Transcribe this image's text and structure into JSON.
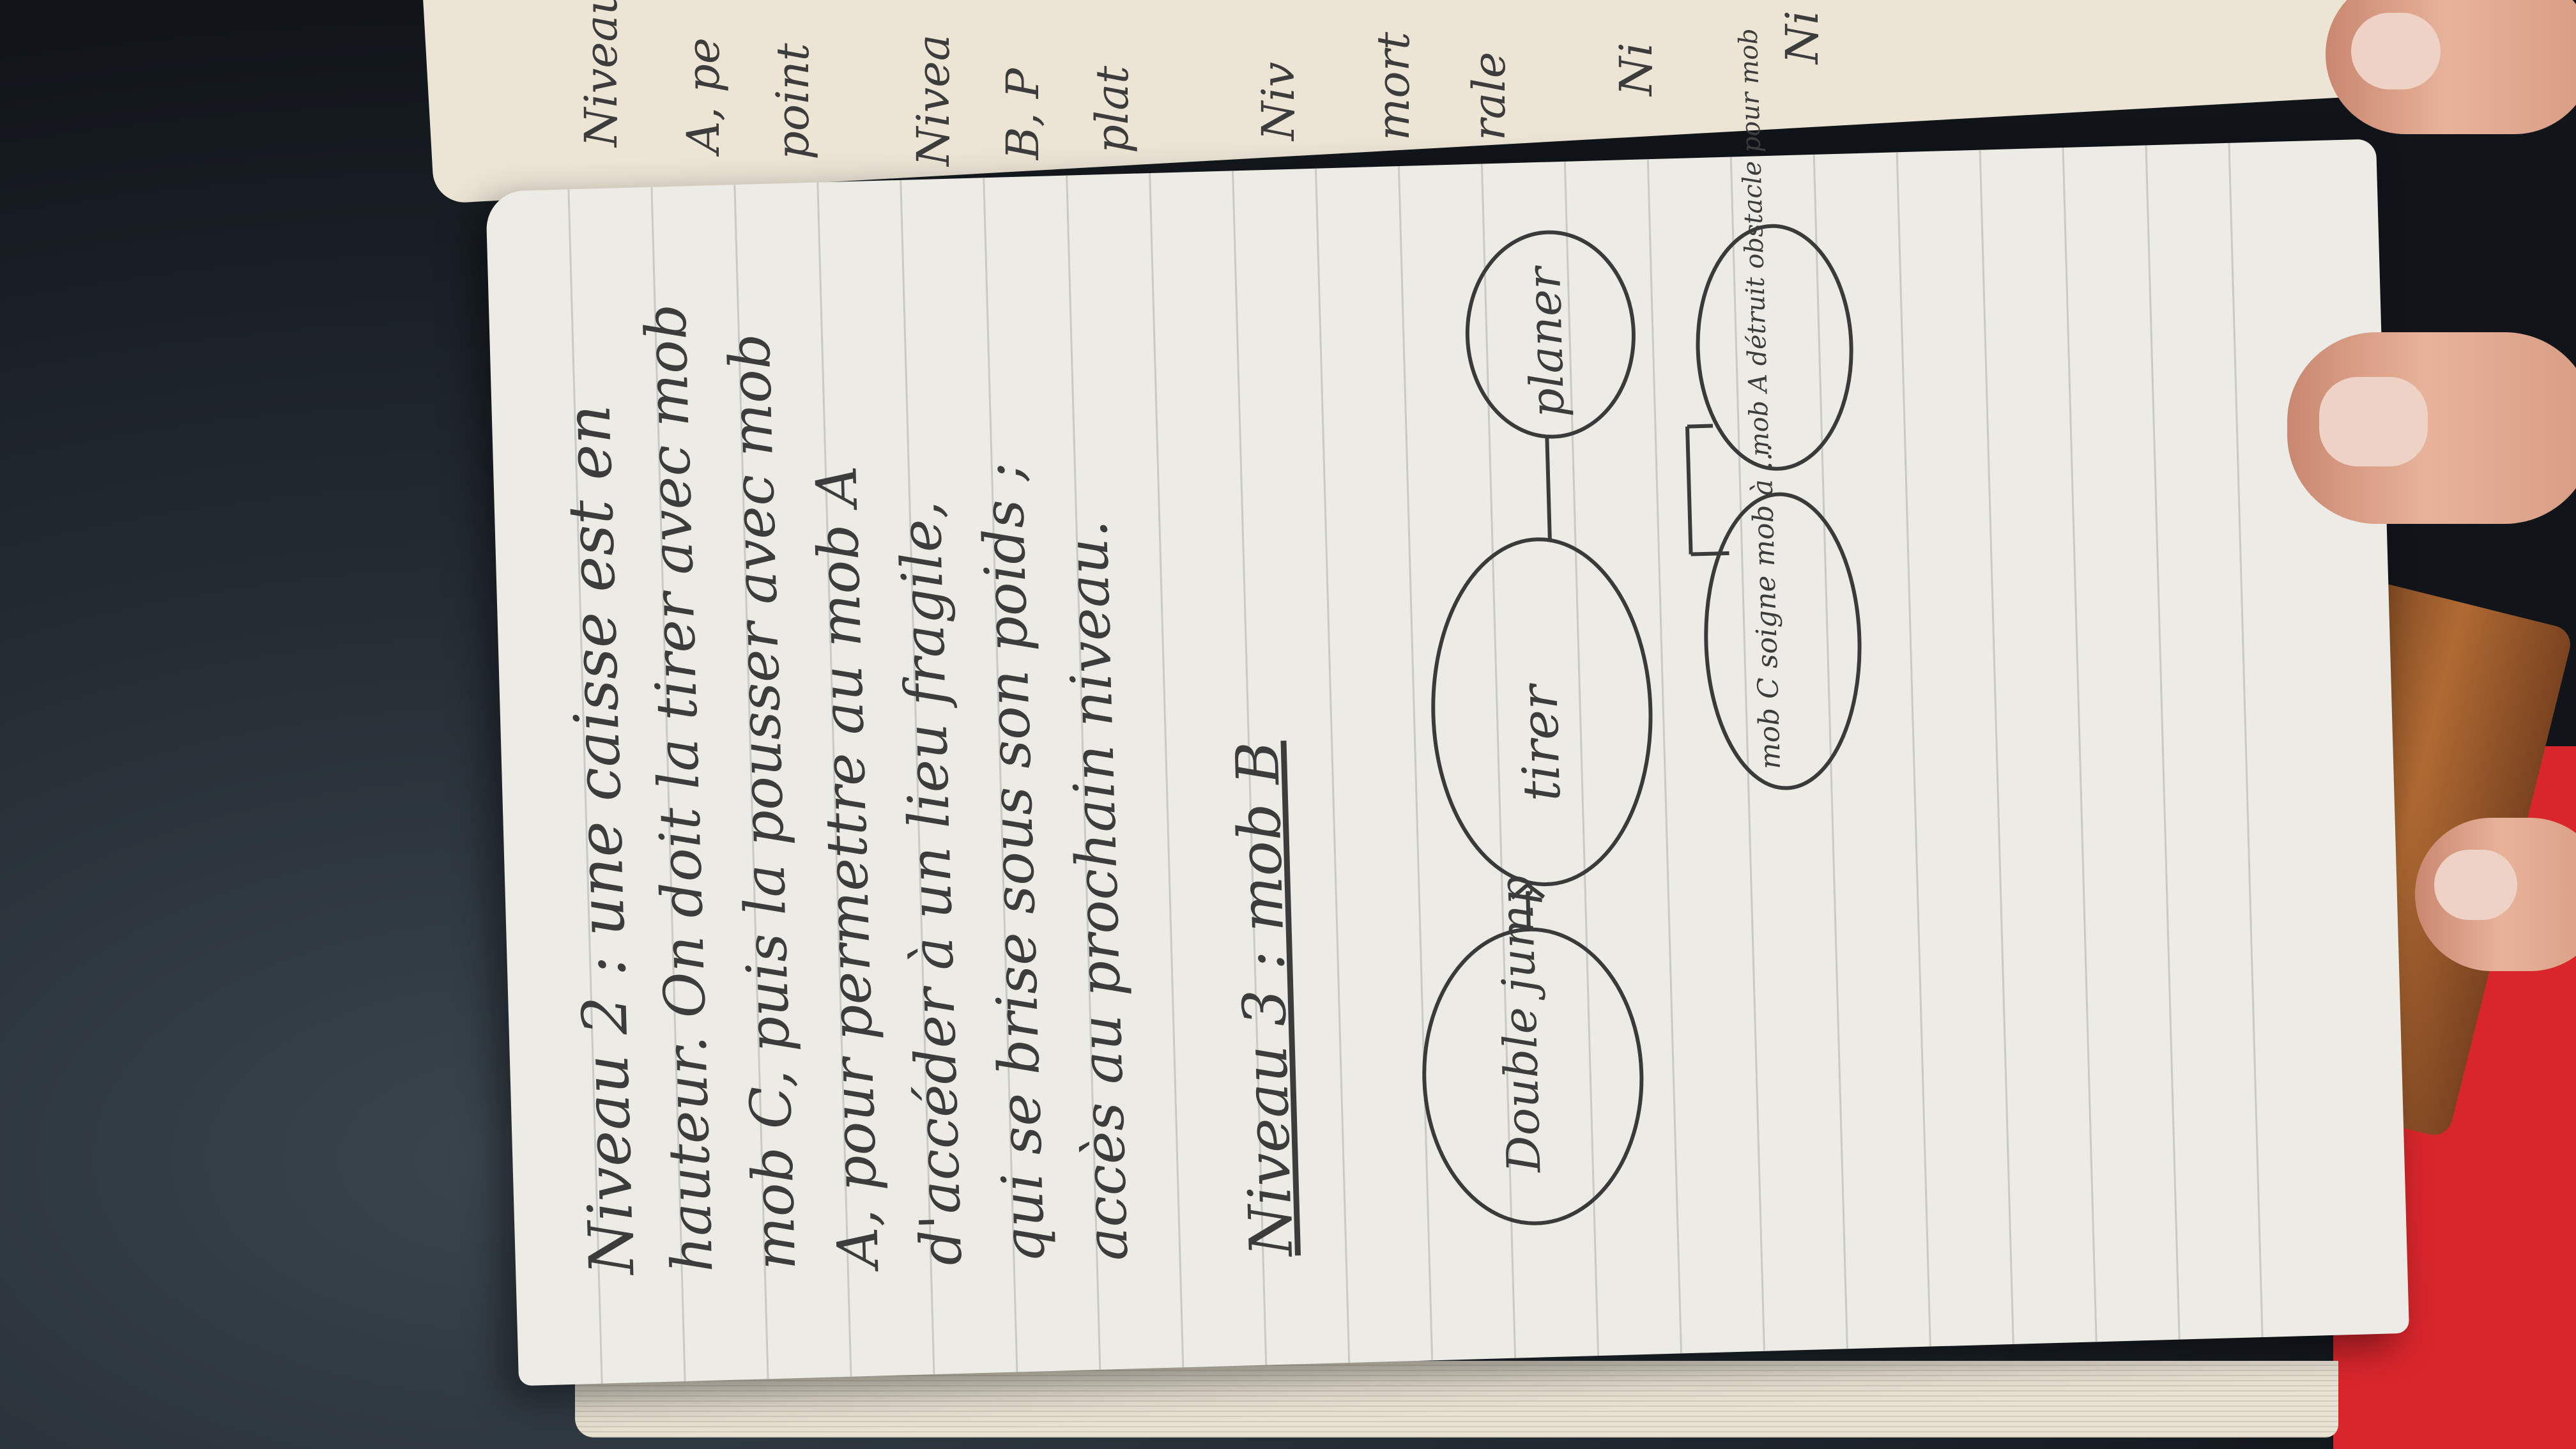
{
  "notebook": {
    "main_page_lines": [
      "Niveau 2 : une caisse est en",
      "hauteur. On doit la tirer avec mob",
      "mob C, puis la pousser avec mob",
      "A, pour permettre au mob A",
      "d'accéder à un lieu fragile,",
      "qui se brise sous son poids ;",
      "accès au prochain niveau."
    ],
    "level3_heading": "Niveau 3 : mob B",
    "diagram": {
      "nodes": [
        {
          "id": "double-jump",
          "label": "Double jump"
        },
        {
          "id": "tirer",
          "label": "tirer"
        },
        {
          "id": "planer",
          "label": "planer"
        },
        {
          "id": "mob-c",
          "label": "mob C soigne mob à ..."
        },
        {
          "id": "mob-a",
          "label": "mob A détruit obstacle pour mob"
        }
      ]
    },
    "top_page_fragments": [
      "Niveau",
      "A, pe",
      "point",
      "Nivea",
      "B, P",
      "plat",
      "Niv",
      "mort",
      "rale",
      "Ni",
      "Ni"
    ]
  }
}
